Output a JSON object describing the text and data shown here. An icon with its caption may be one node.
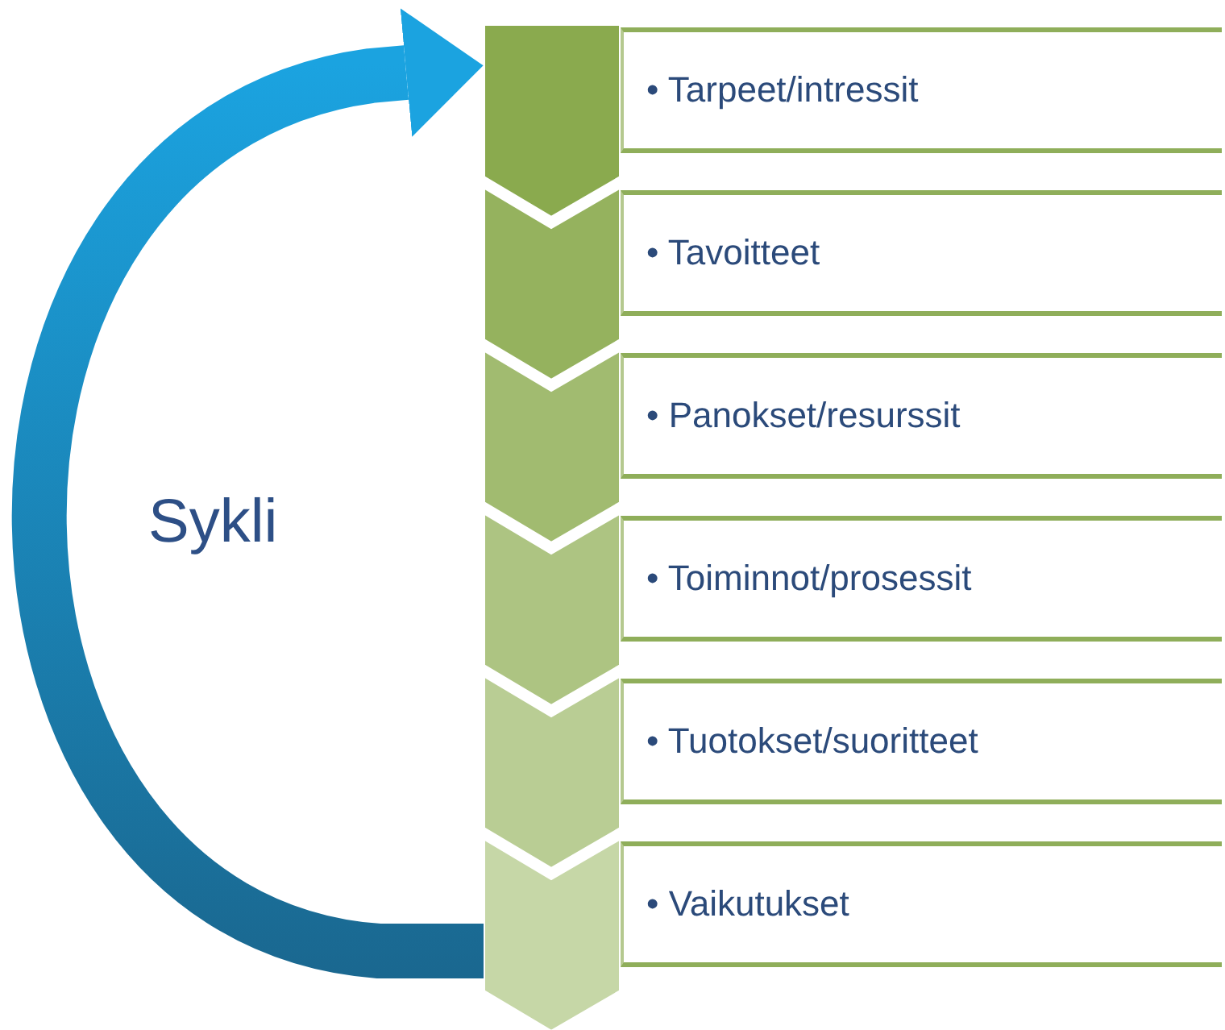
{
  "diagram": {
    "nodes": [
      {
        "text": [],
        "shape": "chevron"
      },
      {
        "text": [
          "• Tarpeet/intressit"
        ]
      },
      {
        "text": [],
        "shape": "chevron"
      },
      {
        "text": [
          "• Tavoitteet"
        ]
      },
      {
        "text": [],
        "shape": "chevron"
      },
      {
        "text": [
          "• Panokset/resurssit"
        ]
      },
      {
        "text": [],
        "shape": "chevron"
      },
      {
        "text": [
          "• Toiminnot/prosessit"
        ]
      },
      {
        "text": [],
        "shape": "chevron"
      },
      {
        "text": [
          "• Tuotokset/suoritteet"
        ]
      },
      {
        "text": [],
        "shape": "chevron"
      },
      {
        "text": [
          "• Vaikutukset"
        ]
      }
    ],
    "edges": [
      {
        "from": 10,
        "to": 0,
        "arrow": "to"
      }
    ],
    "labels": [
      "Sykli"
    ]
  }
}
